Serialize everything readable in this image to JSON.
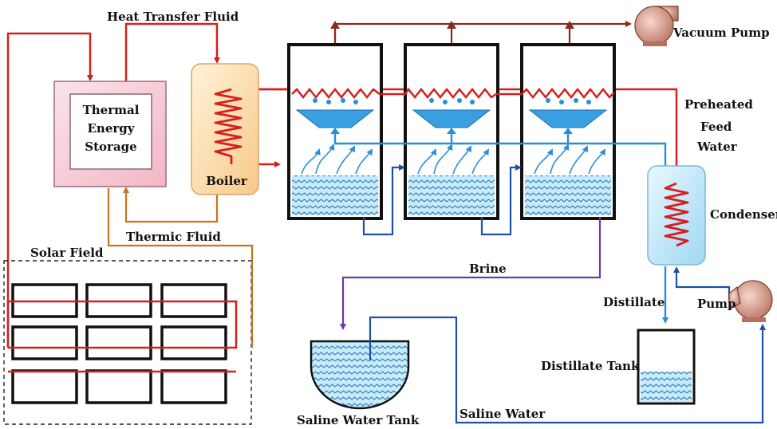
{
  "labels": {
    "heat_transfer_fluid": "Heat Transfer Fluid",
    "thermal_energy_storage": [
      "Thermal",
      "Energy",
      "Storage"
    ],
    "boiler": "Boiler",
    "thermic_fluid": "Thermic Fluid",
    "solar_field": "Solar Field",
    "vacuum_pump": "Vacuum Pump",
    "preheated_feed_water": [
      "Preheated",
      "Feed",
      "Water"
    ],
    "condenser": "Condenser",
    "brine": "Brine",
    "distillate": "Distillate",
    "pump": "Pump",
    "distillate_tank": "Distillate Tank",
    "saline_water_tank": "Saline Water Tank",
    "saline_water": "Saline Water"
  },
  "colors": {
    "heat_fluid": "#d42020",
    "steam_vent": "#8b2a1c",
    "thermic_fluid": "#c8741c",
    "feed_water": "#2a8fd8",
    "brine": "#6a3aa8",
    "saline_water": "#1f4fa8",
    "vessel_outline": "#111111",
    "water_fill": "#bfe6f6",
    "wave": "#2f78c0",
    "pump_body": "#d89a88"
  }
}
